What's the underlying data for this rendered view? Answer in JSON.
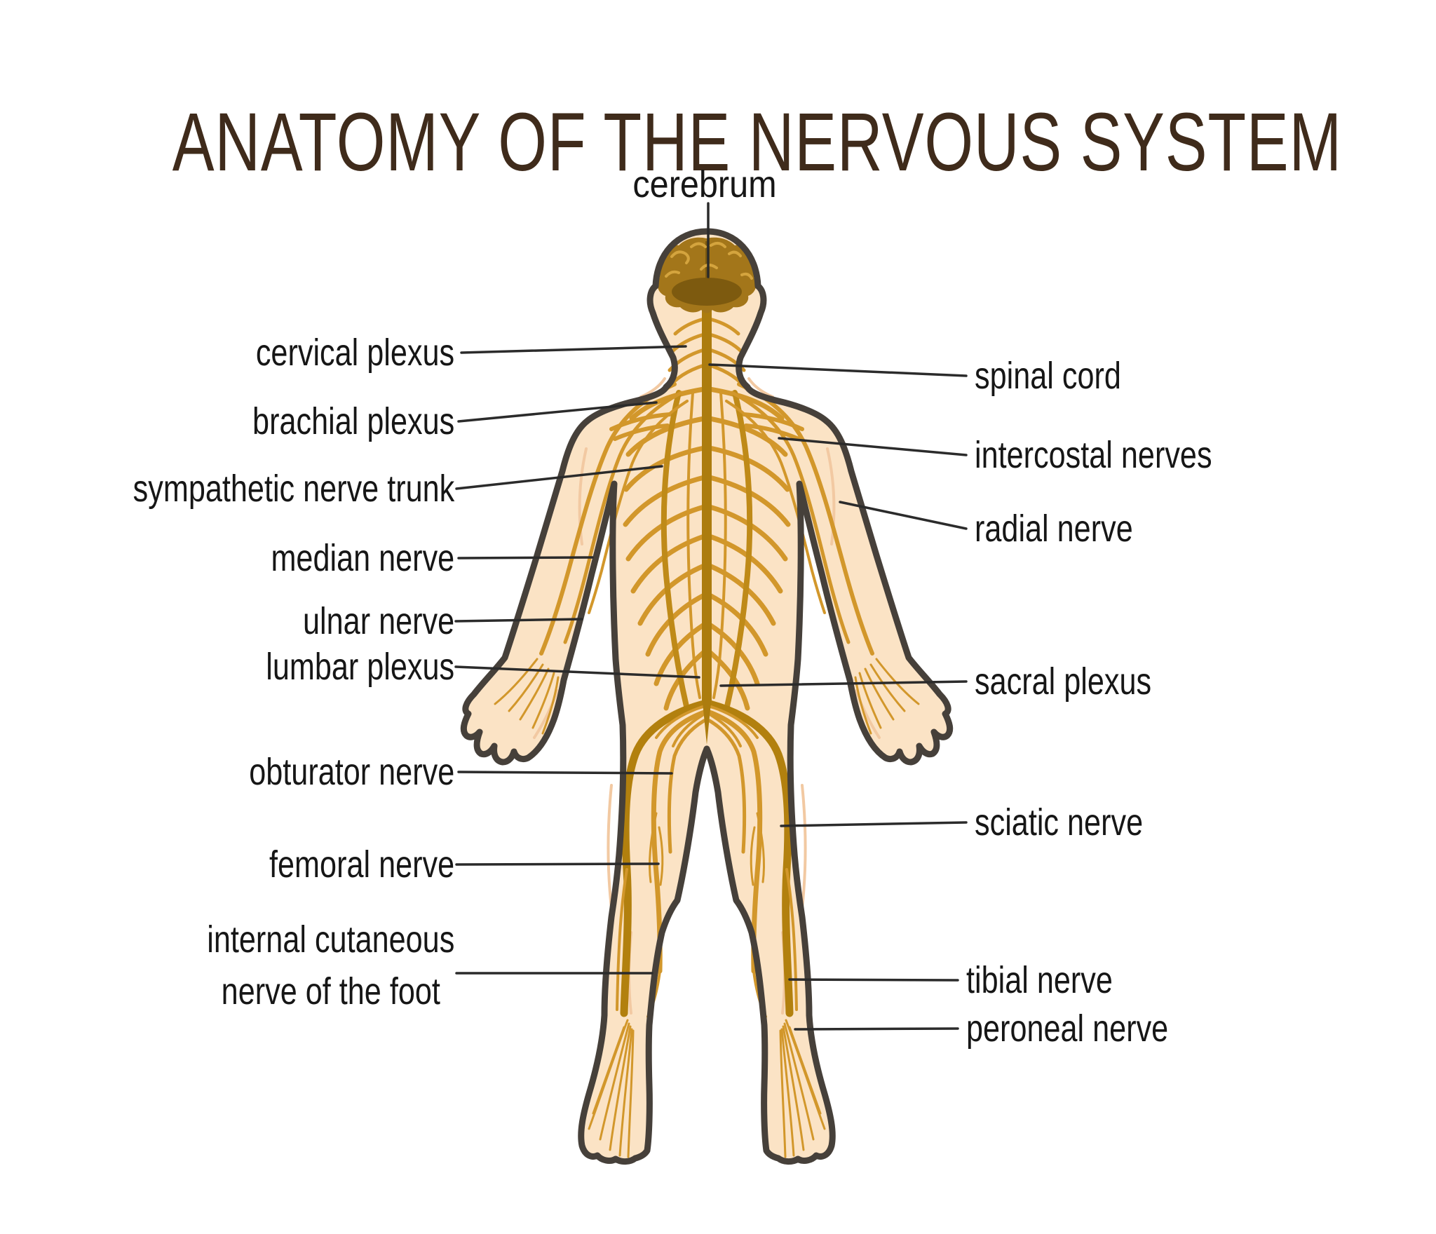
{
  "title": "ANATOMY OF THE NERVOUS SYSTEM",
  "labels": {
    "cerebrum": {
      "text": "cerebrum"
    },
    "left": [
      {
        "text": "cervical plexus"
      },
      {
        "text": "brachial plexus"
      },
      {
        "text": "sympathetic nerve trunk"
      },
      {
        "text": "median nerve"
      },
      {
        "text": "ulnar nerve"
      },
      {
        "text": "lumbar plexus"
      },
      {
        "text": "obturator nerve"
      },
      {
        "text": "femoral nerve"
      },
      {
        "line1": "internal cutaneous",
        "line2": "nerve of the foot"
      }
    ],
    "right": [
      {
        "text": "spinal cord"
      },
      {
        "text": "intercostal nerves"
      },
      {
        "text": "radial nerve"
      },
      {
        "text": "sacral plexus"
      },
      {
        "text": "sciatic nerve"
      },
      {
        "text": "tibial nerve"
      },
      {
        "text": "peroneal nerve"
      }
    ]
  },
  "colors": {
    "background": "#ffffff",
    "title_text": "#3f2b1b",
    "label_text": "#161616",
    "leader_line": "#2b2b2b",
    "skin": "#fbe3c5",
    "skin_shade": "#f2c9a2",
    "body_outline": "#46403a",
    "nerve_light": "#d2972b",
    "nerve_dark": "#b2800e",
    "spinal_cord": "#ac7c0e",
    "brain": "#a3761a",
    "brain_gyri": "#d4a43e",
    "cerebellum": "#7d5a0f"
  }
}
